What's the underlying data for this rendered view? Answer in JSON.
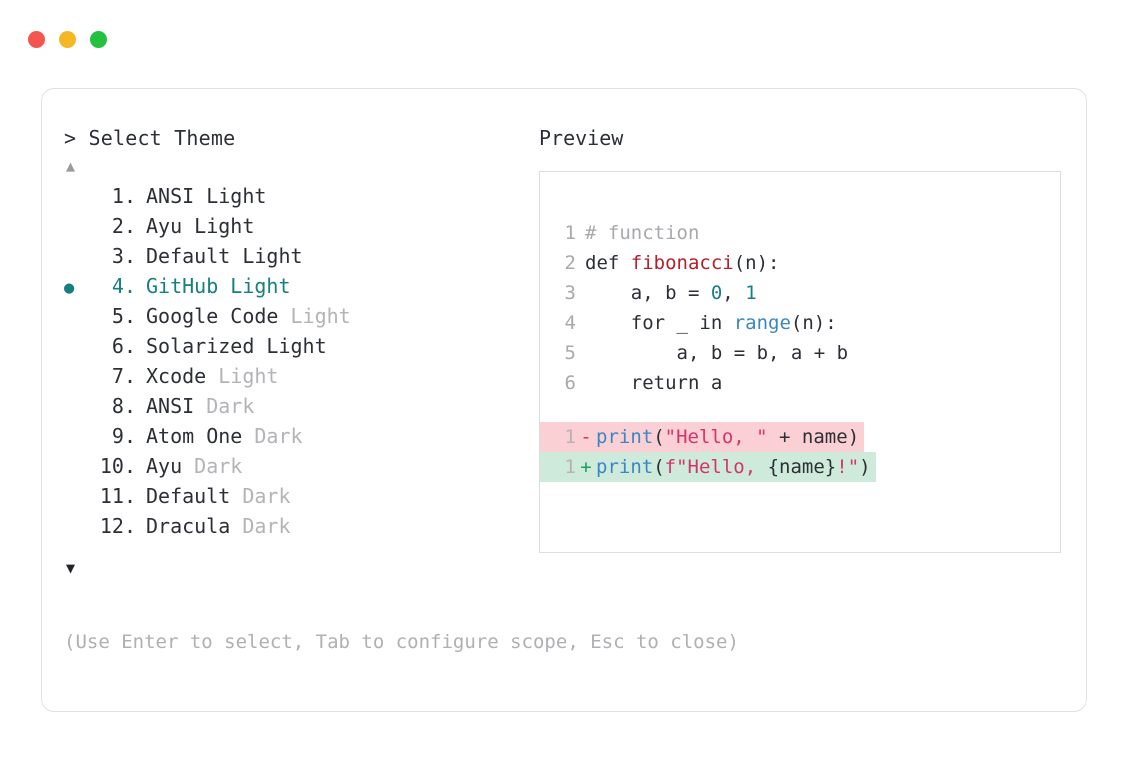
{
  "window": {
    "traffic_lights": [
      {
        "name": "close",
        "color": "#f4554f"
      },
      {
        "name": "minimize",
        "color": "#f5b723"
      },
      {
        "name": "maximize",
        "color": "#22c13f"
      }
    ]
  },
  "picker": {
    "prompt": "> Select Theme",
    "scroll_up_glyph": "▲",
    "scroll_down_glyph": "▼",
    "selected_bullet": "●",
    "selected_index": 4,
    "accent_color": "#177f7f",
    "items": [
      {
        "num": "1.",
        "name": "ANSI",
        "variant": "Light",
        "variant_in_name": true,
        "selected": false
      },
      {
        "num": "2.",
        "name": "Ayu",
        "variant": "Light",
        "variant_in_name": true,
        "selected": false
      },
      {
        "num": "3.",
        "name": "Default",
        "variant": "Light",
        "variant_in_name": true,
        "selected": false
      },
      {
        "num": "4.",
        "name": "GitHub",
        "variant": "Light",
        "variant_in_name": true,
        "selected": true
      },
      {
        "num": "5.",
        "name": "Google Code",
        "variant": "Light",
        "variant_in_name": false,
        "selected": false
      },
      {
        "num": "6.",
        "name": "Solarized",
        "variant": "Light",
        "variant_in_name": true,
        "selected": false
      },
      {
        "num": "7.",
        "name": "Xcode",
        "variant": "Light",
        "variant_in_name": false,
        "selected": false
      },
      {
        "num": "8.",
        "name": "ANSI",
        "variant": "Dark",
        "variant_in_name": false,
        "selected": false
      },
      {
        "num": "9.",
        "name": "Atom One",
        "variant": "Dark",
        "variant_in_name": false,
        "selected": false
      },
      {
        "num": "10.",
        "name": "Ayu",
        "variant": "Dark",
        "variant_in_name": false,
        "selected": false
      },
      {
        "num": "11.",
        "name": "Default",
        "variant": "Dark",
        "variant_in_name": false,
        "selected": false
      },
      {
        "num": "12.",
        "name": "Dracula",
        "variant": "Dark",
        "variant_in_name": false,
        "selected": false
      }
    ],
    "hint": "(Use Enter to select, Tab to configure scope, Esc to close)"
  },
  "preview": {
    "label": "Preview",
    "code_lines": [
      {
        "num": "1",
        "tokens": [
          {
            "t": "# function",
            "c": "tok-comment"
          }
        ]
      },
      {
        "num": "2",
        "tokens": [
          {
            "t": "def ",
            "c": "tok-kw"
          },
          {
            "t": "fibonacci",
            "c": "tok-fn"
          },
          {
            "t": "(n):",
            "c": "tok-punct"
          }
        ]
      },
      {
        "num": "3",
        "tokens": [
          {
            "t": "    a, b = ",
            "c": "tok-plain"
          },
          {
            "t": "0",
            "c": "tok-num"
          },
          {
            "t": ", ",
            "c": "tok-plain"
          },
          {
            "t": "1",
            "c": "tok-num"
          }
        ]
      },
      {
        "num": "4",
        "tokens": [
          {
            "t": "    for _ in ",
            "c": "tok-plain"
          },
          {
            "t": "range",
            "c": "tok-builtin"
          },
          {
            "t": "(n):",
            "c": "tok-punct"
          }
        ]
      },
      {
        "num": "5",
        "tokens": [
          {
            "t": "        a, b = b, a + b",
            "c": "tok-plain"
          }
        ]
      },
      {
        "num": "6",
        "tokens": [
          {
            "t": "    return a",
            "c": "tok-plain"
          }
        ]
      }
    ],
    "diff_lines": [
      {
        "num": "1",
        "sign": "-",
        "kind": "minus",
        "bg": "#fad0d4",
        "tokens": [
          {
            "t": "print",
            "c": "tok-builtin"
          },
          {
            "t": "(",
            "c": "tok-punct"
          },
          {
            "t": "\"Hello, \"",
            "c": "tok-str"
          },
          {
            "t": " + name",
            "c": "tok-plain"
          },
          {
            "t": ")",
            "c": "tok-punct"
          }
        ]
      },
      {
        "num": "1",
        "sign": "+",
        "kind": "plus",
        "bg": "#cdeadb",
        "tokens": [
          {
            "t": "print",
            "c": "tok-builtin"
          },
          {
            "t": "(",
            "c": "tok-punct"
          },
          {
            "t": "f\"Hello, ",
            "c": "tok-str"
          },
          {
            "t": "{name}",
            "c": "tok-plain"
          },
          {
            "t": "!\"",
            "c": "tok-str"
          },
          {
            "t": ")",
            "c": "tok-punct"
          }
        ]
      }
    ]
  }
}
